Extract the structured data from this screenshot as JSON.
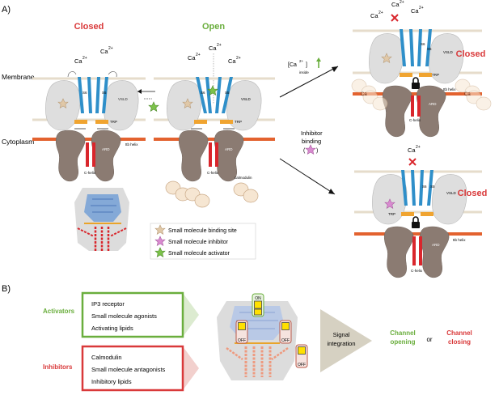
{
  "panel_a": {
    "label": "A)",
    "closed_title": "Closed",
    "open_title": "Open",
    "membrane_label": "Membrane",
    "cytoplasm_label": "Cytoplasm",
    "ca_ion": "Ca",
    "ca_sup": "2+",
    "s6": "S6",
    "s5": "S5",
    "vsld": "VSLD",
    "trp": "TRP",
    "ard": "ARD",
    "c_helix": "C-helix",
    "ttb_helix": "ttb helix",
    "calmodulin": "calmodulin",
    "ca_inside_prefix": "[Ca",
    "ca_inside_sub": "inside",
    "inhibitor_binding_line1": "Inhibitor",
    "inhibitor_binding_line2": "binding",
    "right_top_state": "Closed",
    "right_bottom_state": "Closed",
    "legend": [
      {
        "label": "Small molecule binding site",
        "color": "#e0c8a8"
      },
      {
        "label": "Small molecule inhibitor",
        "color": "#d98bd0"
      },
      {
        "label": "Small molecule activator",
        "color": "#7cc24a"
      }
    ]
  },
  "panel_b": {
    "label": "B)",
    "activators_label": "Activators",
    "activators": [
      "IP3 receptor",
      "Small molecule agonists",
      "Activating lipids"
    ],
    "inhibitors_label": "Inhibitors",
    "inhibitors": [
      "Calmodulin",
      "Small molecule antagonists",
      "Inhibitory lipids"
    ],
    "switch_on": "ON",
    "switch_off": "OFF",
    "signal_integration_line1": "Signal",
    "signal_integration_line2": "integration",
    "channel_opening_line1": "Channel",
    "channel_opening_line2": "opening",
    "or": "or",
    "channel_closing_line1": "Channel",
    "channel_closing_line2": "closing"
  },
  "colors": {
    "closed_red": "#d9393a",
    "open_green": "#6aae3d",
    "activator_green": "#7cc24a",
    "inhibitor_red": "#d9393a",
    "helix_blue": "#2f8fc9",
    "trp_orange": "#f0a430",
    "ard_brown": "#8b7b72",
    "c_helix_red": "#d9262c",
    "vsld_gray": "#dedede"
  }
}
